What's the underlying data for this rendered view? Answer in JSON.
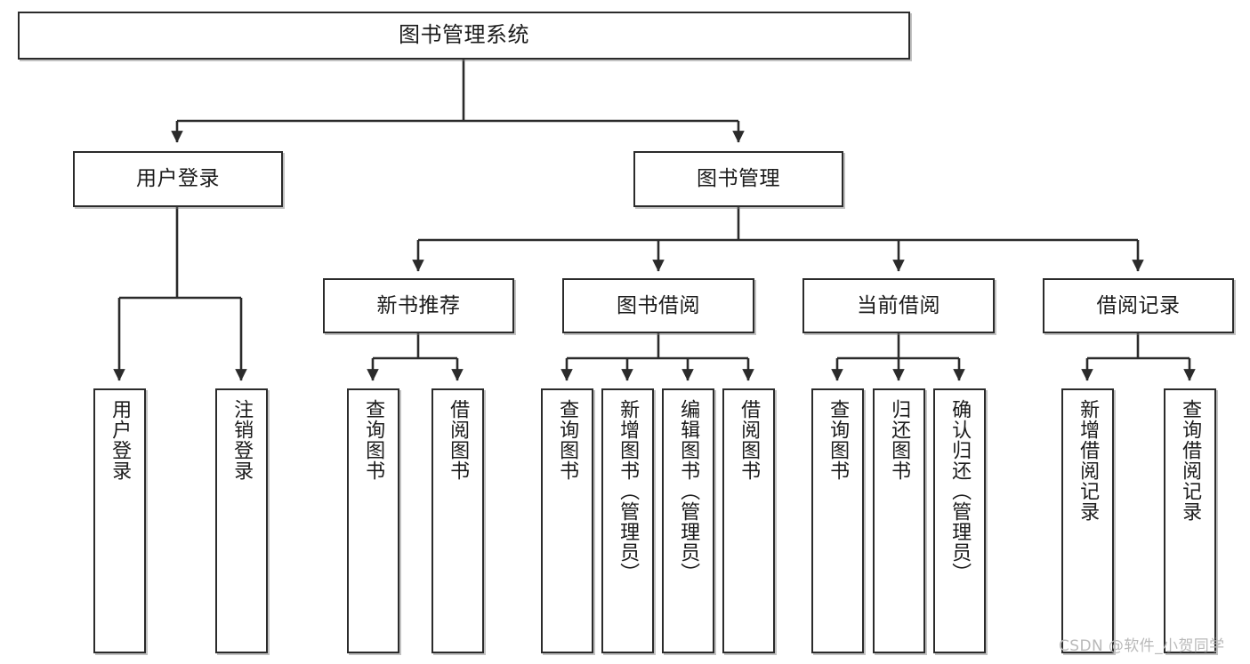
{
  "diagram": {
    "title": "图书管理系统",
    "type": "tree",
    "root": {
      "label": "图书管理系统"
    },
    "level2": [
      {
        "label": "用户登录"
      },
      {
        "label": "图书管理"
      }
    ],
    "level3": [
      {
        "label": "新书推荐"
      },
      {
        "label": "图书借阅"
      },
      {
        "label": "当前借阅"
      },
      {
        "label": "借阅记录"
      }
    ],
    "leaves": {
      "user_login": [
        {
          "label": "用户登录"
        },
        {
          "label": "注销登录"
        }
      ],
      "new_book_recommend": [
        {
          "label": "查询图书"
        },
        {
          "label": "借阅图书"
        }
      ],
      "book_borrow": [
        {
          "label": "查询图书"
        },
        {
          "label": "新增图书（管理员）"
        },
        {
          "label": "编辑图书（管理员）"
        },
        {
          "label": "借阅图书"
        }
      ],
      "current_borrow": [
        {
          "label": "查询图书"
        },
        {
          "label": "归还图书"
        },
        {
          "label": "确认归还（管理员）"
        }
      ],
      "borrow_record": [
        {
          "label": "新增借阅记录"
        },
        {
          "label": "查询借阅记录"
        }
      ]
    }
  },
  "watermark": {
    "text": "CSDN @软件_小贺同学"
  },
  "colors": {
    "stroke": "#2b2b2b",
    "fill": "#ffffff",
    "text": "#1b1b1b",
    "watermark": "#b9b9b9"
  }
}
